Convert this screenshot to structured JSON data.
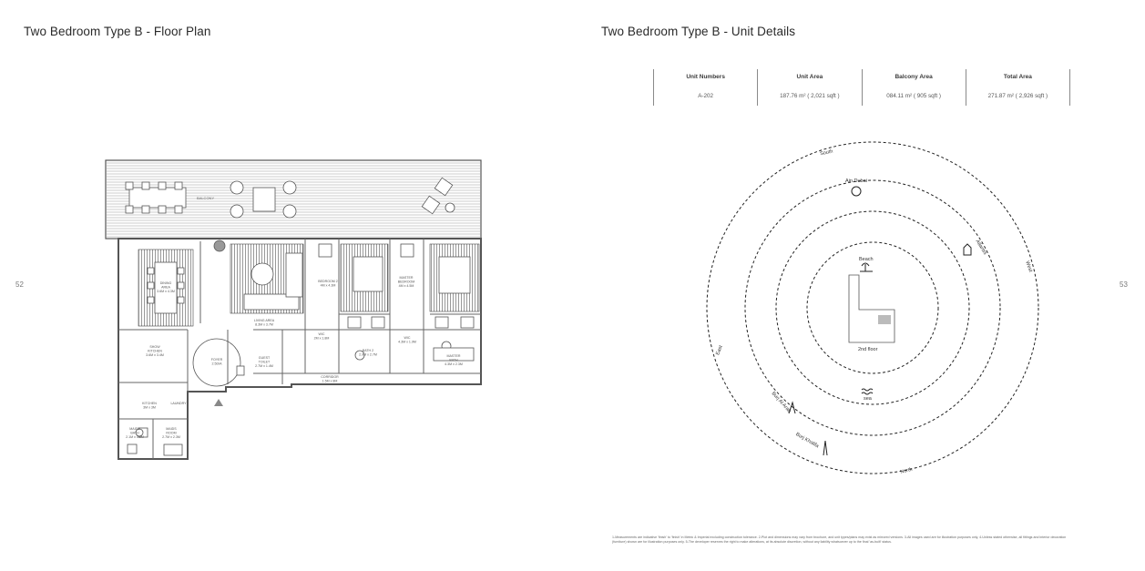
{
  "left_page": {
    "title": "Two Bedroom Type B - Floor Plan",
    "page_number": "52",
    "rooms": {
      "balcony": "BALCONY\n9M x 2M 3M",
      "dining": "DINING\nAREA\n3.6M x 4.3M",
      "living": "LIVING AREA\n8.3M x 3.7M",
      "bedroom2": "BEDROOM 2\n4M x 4.3M",
      "master": "MASTER\nBEDROOM\n4M x 4.5M",
      "show_kitchen": "SHOW\nKITCHEN\n3.6M x 3.4M",
      "foyer": "FOYER\n2.5DIA",
      "guest_toilet": "GUEST\nTOILET\n2.7M x 1.4M",
      "wic1": "WIC\n2M x 1.8M",
      "bath2": "BATH 2\n2.9M x 2.7M",
      "wic2": "WIC\n4.3M x 1.9M",
      "master_bath": "MASTER\nBATH\n4.3M x 2.3M",
      "corridor": "CORRIDOR\n1.5M x 8M",
      "kitchen": "KITCHEN\n3M x 3M",
      "laundry": "LAUNDRY",
      "maids_bath": "MAIDS\nBATH\n2.1M x 1.5M",
      "maids_room": "MAIDS\nROOM\n2.7M x 2.3M"
    }
  },
  "right_page": {
    "title": "Two Bedroom Type B - Unit Details",
    "page_number": "53",
    "details": [
      {
        "header": "Unit Numbers",
        "value": "A-202"
      },
      {
        "header": "Unit Area",
        "value": "187.76 m² ( 2,021 sqft )"
      },
      {
        "header": "Balcony Area",
        "value": "084.11 m² ( 905 sqft )"
      },
      {
        "header": "Total Area",
        "value": "271.87 m² ( 2,926 sqft )"
      }
    ],
    "compass": {
      "south": "South",
      "north": "North",
      "east": "East",
      "west": "West",
      "ain_dubai": "Ain Dubai",
      "atlantis": "Atlantis",
      "beach": "Beach",
      "sea": "sea",
      "burj_al_arab": "Burj Al Arab",
      "burj_khalifa": "Burj Khalifa",
      "floor": "2nd floor"
    },
    "footnote": "1-Measurements are indicative 'finish' to 'finish' in Metric & Imperial excluding construction tolerance. 2-Plot and dimensions may vary from brochure, and unit types/plans may exist as mirrored versions. 3-All images used are for illustration purposes only, 4-Unless stated otherwise, all fittings and interior decoration (furniture) shown are for illustration purposes only. 5-The developer reserves the right to make alterations, at its absolute discretion, without any liability whatsoever up to the final 'as-built' status."
  }
}
